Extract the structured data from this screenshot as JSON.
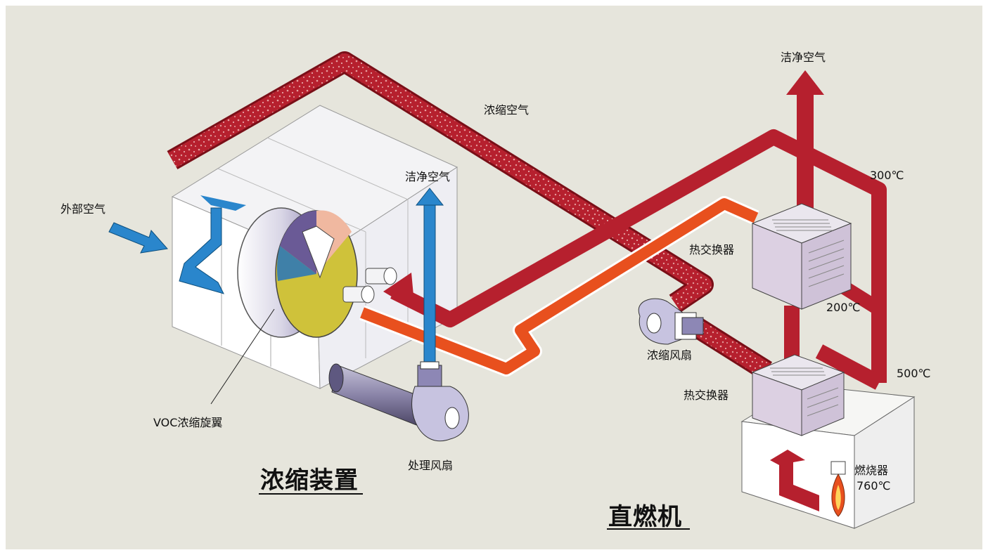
{
  "labels": {
    "outside_air": "外部空气",
    "concentrated_air": "浓缩空气",
    "clean_air_left": "洁净空气",
    "clean_air_right": "洁净空气",
    "heat_exchanger_top": "热交换器",
    "heat_exchanger_bottom": "热交换器",
    "concentration_fan": "浓缩风扇",
    "process_fan": "处理风扇",
    "voc_rotor": "VOC浓缩旋翼",
    "temp_300": "300℃",
    "temp_200": "200℃",
    "temp_500": "500℃",
    "burner": "燃烧器",
    "burner_temp": "760℃"
  },
  "titles": {
    "concentration_unit": "浓缩装置",
    "direct_fired_unit": "直燃机"
  },
  "colors": {
    "frame": "#e6e5dc",
    "red_duct": "#b6202e",
    "orange_duct": "#e8501e",
    "blue_arrow": "#2a86cc",
    "exchanger_face": "#dcd0e2",
    "rotor_yellow": "#cfc23a",
    "rotor_purple": "#6a5a96"
  }
}
